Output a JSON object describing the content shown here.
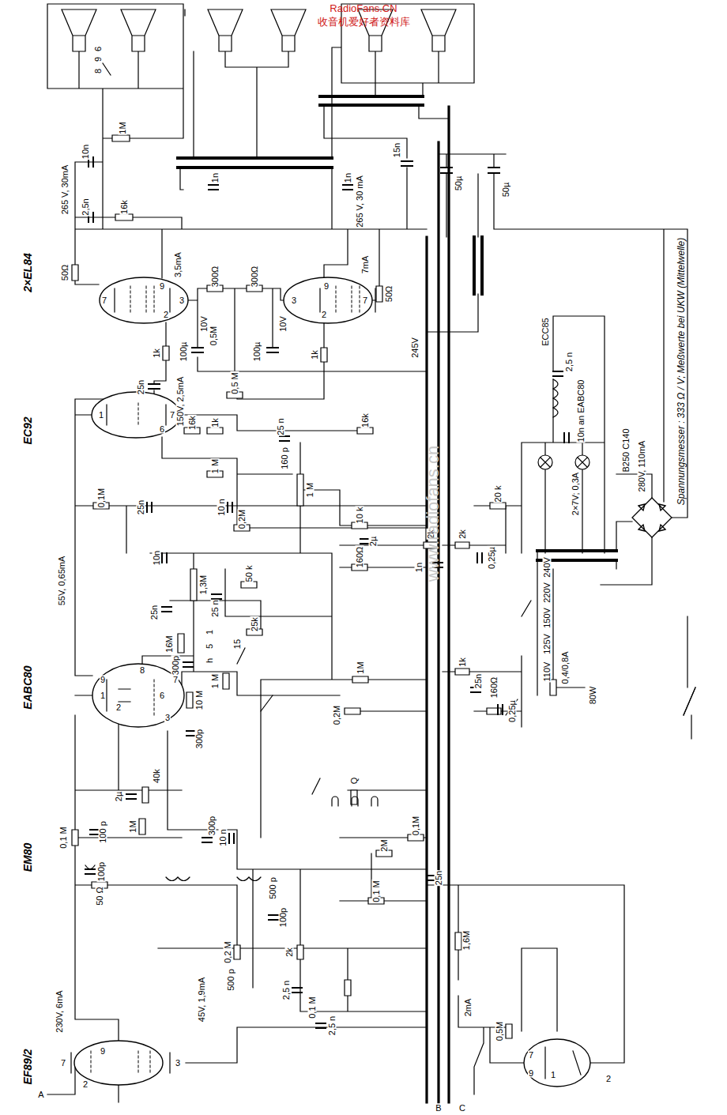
{
  "diagram": {
    "labels": [
      "RadioFans.CN",
      "收音机爱好者资料库",
      "2×EL84",
      "EC92",
      "EABC80",
      "EM80",
      "EF89/2",
      "6",
      "9",
      "8",
      "1M",
      "10n",
      "2,5n",
      "16k",
      "265 V, 30mA",
      "50Ω",
      "1n",
      "1n",
      "15n",
      "50µ",
      "50µ",
      "265 V, 30 mA",
      "7mA",
      "50Ω",
      "3,5mA",
      "7",
      "9",
      "3",
      "2",
      "9",
      "3",
      "2",
      "7",
      "300Ω",
      "300Ω",
      "10V",
      "10V",
      "1k",
      "1k",
      "0,5M",
      "100µ",
      "100µ",
      "0,5 M",
      "25n",
      "150V, 2,5mA",
      "16k",
      "16k",
      "1k",
      "25 n",
      "1",
      "7",
      "6",
      "1 M",
      "160 p",
      "0,1M",
      "25n",
      "10 n",
      "1 M",
      "10 k",
      "0,2M",
      "2µ",
      "160Ω",
      "10n",
      "1,3M",
      "25 n",
      "50 k",
      "25n",
      "25k",
      "16M",
      "15",
      "1",
      "5",
      "h",
      "300p",
      "1 M",
      "55V, 0,65mA",
      "9",
      "1",
      "2",
      "3",
      "8",
      "6",
      "7",
      "10 M",
      "300p",
      "40k",
      "2µ",
      "1M",
      "0,1 M",
      "100 p",
      "100p",
      "50 Ω",
      "300p",
      "10 n",
      "500 p",
      "100p",
      "0,2 M",
      "500 p",
      "2k",
      "2,5 n",
      "0,1 M",
      "2,5 n",
      "45V, 1,9mA",
      "230V, 6mA",
      "7",
      "9",
      "3",
      "2",
      "A",
      "B",
      "C",
      "1,6M",
      "2mA",
      "0,5M",
      "7",
      "9",
      "1",
      "2",
      "25n",
      "1M",
      "0,2M",
      "0,1M",
      "2M",
      "0,1 M",
      "1k",
      "160Ω",
      "0,25µ",
      "25n",
      "0,4/0,8A",
      "80W",
      "240V",
      "220V",
      "150V",
      "125V",
      "110V",
      "2k",
      "1n",
      "2k",
      "0,25µ",
      "20 k",
      "2×7V; 0,3A",
      "10n an EABC80",
      "ECC85",
      "2,5 n",
      "B250 C140",
      "280V, 110mA",
      "Spannungsmesser : 333 Ω / V; Meßwerte bei UKW (Mittelwelle)",
      "245V",
      "Q",
      "www.radiofans.cn"
    ]
  }
}
